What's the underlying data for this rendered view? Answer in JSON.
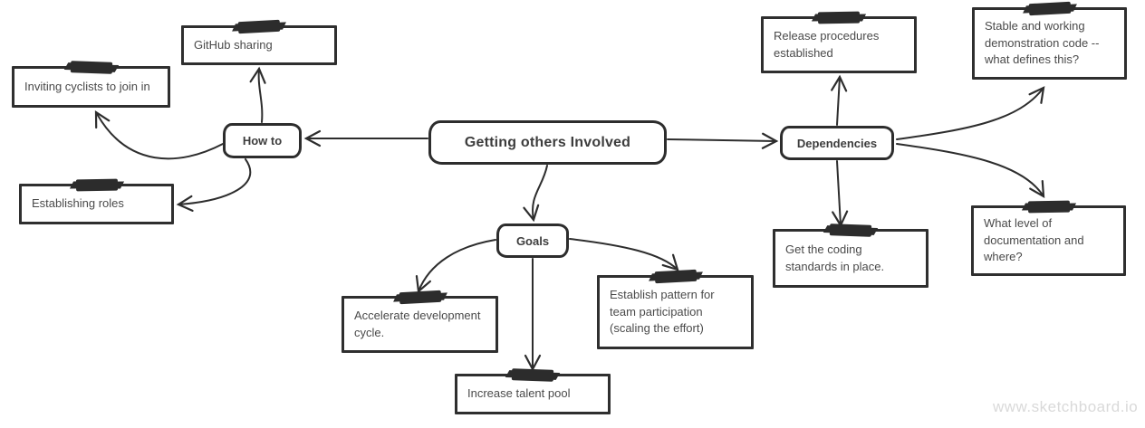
{
  "canvas": {
    "background_color": "#ffffff",
    "stroke_color": "#2d2d2d",
    "text_color": "#4a4a4a",
    "watermark": "www.sketchboard.io"
  },
  "nodes": {
    "center": {
      "label": "Getting others Involved"
    },
    "how_to": {
      "label": "How to"
    },
    "goals": {
      "label": "Goals"
    },
    "dependencies": {
      "label": "Dependencies"
    },
    "github": {
      "label": "GitHub sharing"
    },
    "cyclists": {
      "label": "Inviting cyclists to join in"
    },
    "roles": {
      "label": "Establishing roles"
    },
    "accelerate": {
      "label": "Accelerate development cycle."
    },
    "talent": {
      "label": "Increase talent pool"
    },
    "pattern": {
      "label": "Establish pattern for team participation (scaling the effort)"
    },
    "release": {
      "label": "Release procedures established"
    },
    "stable": {
      "label": "Stable and working demonstration code -- what defines this?"
    },
    "coding": {
      "label": "Get the coding standards in place."
    },
    "documentation": {
      "label": "What level of documentation and where?"
    }
  },
  "edges": [
    {
      "from": "center",
      "to": "how_to"
    },
    {
      "from": "center",
      "to": "goals"
    },
    {
      "from": "center",
      "to": "dependencies"
    },
    {
      "from": "how_to",
      "to": "github"
    },
    {
      "from": "how_to",
      "to": "cyclists"
    },
    {
      "from": "how_to",
      "to": "roles"
    },
    {
      "from": "goals",
      "to": "accelerate"
    },
    {
      "from": "goals",
      "to": "talent"
    },
    {
      "from": "goals",
      "to": "pattern"
    },
    {
      "from": "dependencies",
      "to": "release"
    },
    {
      "from": "dependencies",
      "to": "coding"
    },
    {
      "from": "dependencies",
      "to": "stable"
    },
    {
      "from": "dependencies",
      "to": "documentation"
    }
  ]
}
